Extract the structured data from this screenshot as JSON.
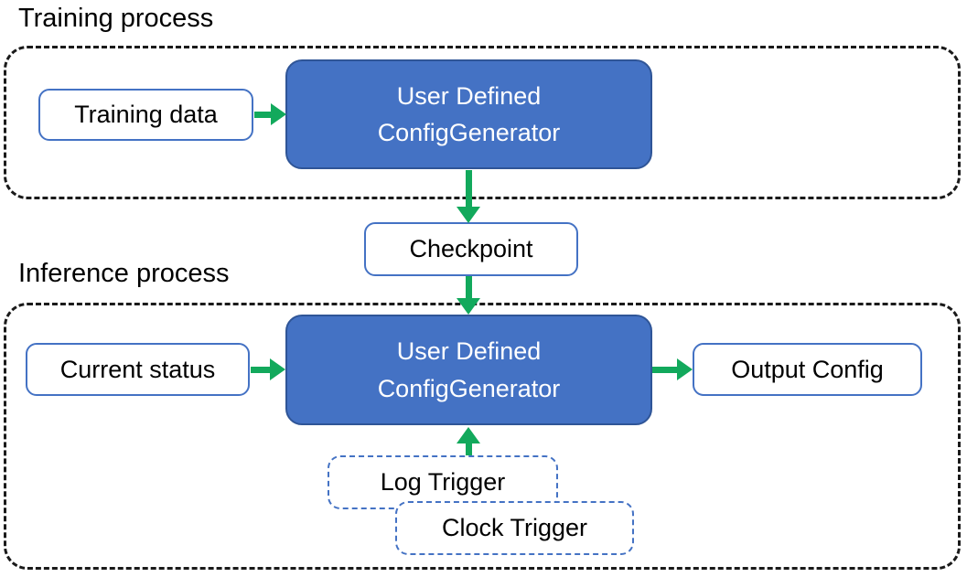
{
  "colors": {
    "accent_blue": "#4472C4",
    "blue_border": "#2F5597",
    "arrow_green": "#12A95C",
    "container_dash": "#1a1a1a",
    "text_black": "#000000",
    "generator_text": "#FFFFFF",
    "box_bg": "#FFFFFF"
  },
  "training": {
    "label": "Training process",
    "data_box": "Training data",
    "generator": {
      "line1": "User Defined",
      "line2": "ConfigGenerator"
    }
  },
  "checkpoint": {
    "label": "Checkpoint"
  },
  "inference": {
    "label": "Inference process",
    "status_box": "Current status",
    "generator": {
      "line1": "User Defined",
      "line2": "ConfigGenerator"
    },
    "output_box": "Output Config",
    "log_trigger": "Log Trigger",
    "clock_trigger": "Clock Trigger"
  }
}
